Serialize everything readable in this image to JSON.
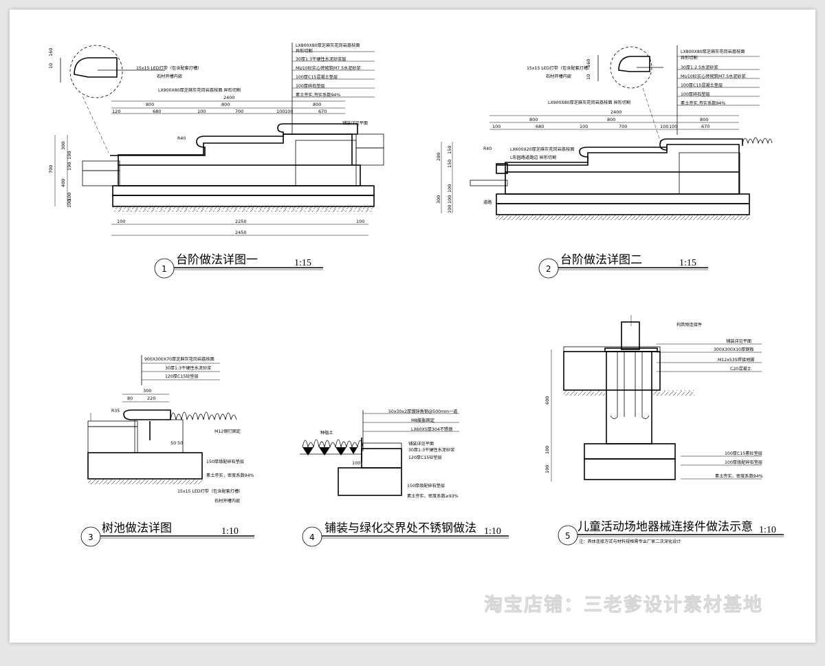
{
  "watermark": "淘宝店铺：三老爹设计素材基地",
  "details": [
    {
      "number": "1",
      "title": "台阶做法详图一",
      "scale": "1:15",
      "callouts": [
        "LX800X80厚芝麻灰花岗岩荔枝面",
        "异形切割",
        "30厚1:3干硬性水泥砂浆层",
        "MU10砼实心砖砌筑M7.5水泥砂浆",
        "100厚C15混凝土垫层",
        "100厚碎石垫层",
        "素土夯实,夯实系数94%",
        "15x15 LED灯带（包含配套灯槽）",
        "石材开槽内嵌",
        "LX900X80厚芝麻灰花岗岩荔枝面 异形切割",
        "铺装详见平面",
        "R40"
      ],
      "dims_top": [
        "2400",
        "800",
        "800",
        "800",
        "120",
        "680",
        "100",
        "700",
        "100",
        "100",
        "670"
      ],
      "dims_bottom": [
        "100",
        "2250",
        "100",
        "2450"
      ],
      "dims_left": [
        "10",
        "160",
        "300",
        "190",
        "190",
        "700",
        "400",
        "100",
        "100"
      ]
    },
    {
      "number": "2",
      "title": "台阶做法详图二",
      "scale": "1:15",
      "callouts": [
        "LX800X80厚芝麻灰花岗岩荔枝面",
        "异形切割",
        "30厚1:2.5水泥砂浆",
        "MU10砼实心砖砌筑M7.5水泥砂浆",
        "100厚C15混凝土垫层",
        "100厚碎石垫层",
        "素土夯实,夯实系数94%",
        "15x15 LED灯带（包含配套灯槽）",
        "石材开槽内嵌",
        "LX900X80厚芝麻灰花岗岩荔枝面 异形切割",
        "LX600X20厚芝麻灰花岗岩荔枝面",
        "L形园路道路边 异形切割",
        "道路",
        "R40"
      ],
      "dims_top": [
        "2400",
        "800",
        "800",
        "800",
        "100",
        "680",
        "100",
        "700",
        "100",
        "100",
        "670"
      ],
      "dims_left": [
        "10",
        "160",
        "280",
        "150",
        "150",
        "300",
        "100",
        "100",
        "100"
      ]
    },
    {
      "number": "3",
      "title": "树池做法详图",
      "scale": "1:10",
      "callouts": [
        "900X300X70厚芝麻灰花岗岩荔枝面",
        "30厚1:3干硬性水泥砂浆",
        "120厚C15砼垫层",
        "M12钢钉固定",
        "150厚级配碎石垫层",
        "素土夯实，密度系数94%",
        "15x15 LED灯带（包含配套灯槽）",
        "石材开槽内嵌",
        "R35"
      ],
      "dims": [
        "300",
        "80",
        "220",
        "50",
        "50"
      ]
    },
    {
      "number": "4",
      "title": "铺装与绿化交界处不锈钢做法",
      "scale": "1:10",
      "callouts": [
        "50x30x2厚镀锌角钢@500mm一道",
        "M8膨胀固定",
        "LX60X5厚304不锈钢",
        "铺装详见平面",
        "30厚1:3干硬性水泥砂浆",
        "120厚C15砼垫层",
        "150厚级配碎石垫层",
        "素土夯实、密度系数≥93%",
        "种植土"
      ],
      "dims": [
        "100"
      ]
    },
    {
      "number": "5",
      "title": "儿童活动场地器械连接件做法示意",
      "scale": "1:10",
      "note": "注：具体连接方式与材料规格需专业厂家二次深化设计",
      "callouts": [
        "构筑物连接件",
        "铺装详见平面",
        "300X300X10厚钢板",
        "M12x535焊接地脚",
        "C20混凝土",
        "100厚C15素砼垫层",
        "100厚级配碎石垫层",
        "素土夯实、密度系数94%"
      ],
      "dims": [
        "600",
        "100",
        "100"
      ]
    }
  ]
}
